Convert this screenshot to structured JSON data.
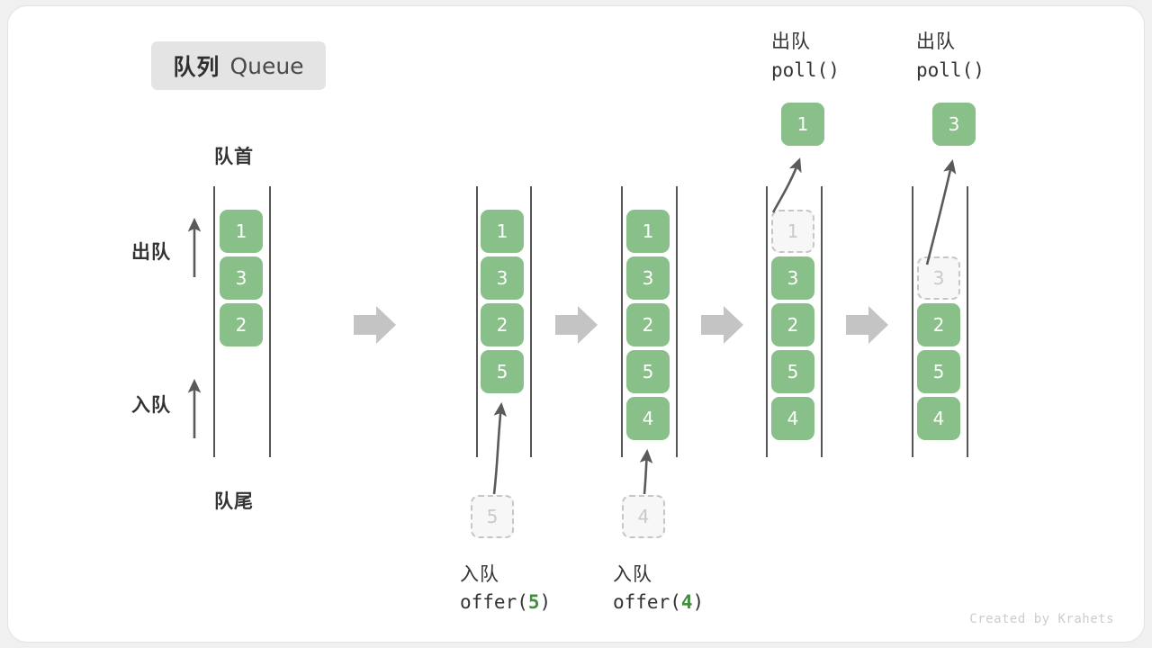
{
  "title": {
    "cn": "队列",
    "en": "Queue"
  },
  "colors": {
    "element_fill": "#89bf89",
    "element_text": "#ffffff",
    "ghost_fill": "#f7f7f7",
    "ghost_border": "#c6c6c6",
    "ghost_text": "#c9c9c9",
    "rail": "#555555",
    "flow_arrow": "#c4c4c4",
    "accent_number": "#3f8f3f",
    "badge_bg": "#e4e4e4",
    "text": "#333333",
    "credit": "#cccccc"
  },
  "annotations": {
    "front": "队首",
    "rear": "队尾",
    "dequeue_side": "出队",
    "enqueue_side": "入队"
  },
  "credit": "Created by Krahets",
  "steps": [
    {
      "id": "initial",
      "elements": [
        "1",
        "3",
        "2"
      ],
      "ghost": null,
      "caption_cn": null,
      "caption_code": null,
      "popped": null,
      "pop_caption_cn": null,
      "pop_caption_code": null
    },
    {
      "id": "offer-5",
      "elements": [
        "1",
        "3",
        "2",
        "5"
      ],
      "ghost": {
        "value": "5",
        "position": "below"
      },
      "caption_cn": "入队",
      "caption_code": "offer(5)",
      "caption_arg": "5",
      "popped": null,
      "pop_caption_cn": null,
      "pop_caption_code": null
    },
    {
      "id": "offer-4",
      "elements": [
        "1",
        "3",
        "2",
        "5",
        "4"
      ],
      "ghost": {
        "value": "4",
        "position": "below"
      },
      "caption_cn": "入队",
      "caption_code": "offer(4)",
      "caption_arg": "4",
      "popped": null,
      "pop_caption_cn": null,
      "pop_caption_code": null
    },
    {
      "id": "poll-1",
      "elements": [
        "3",
        "2",
        "5",
        "4"
      ],
      "ghost": {
        "value": "1",
        "position": "slot0"
      },
      "caption_cn": null,
      "caption_code": null,
      "popped": "1",
      "pop_caption_cn": "出队",
      "pop_caption_code": "poll()"
    },
    {
      "id": "poll-3",
      "elements": [
        "2",
        "5",
        "4"
      ],
      "ghost": {
        "value": "3",
        "position": "slot1"
      },
      "caption_cn": null,
      "caption_code": null,
      "popped": "3",
      "pop_caption_cn": "出队",
      "pop_caption_code": "poll()"
    }
  ],
  "flow_arrows_count": 4
}
